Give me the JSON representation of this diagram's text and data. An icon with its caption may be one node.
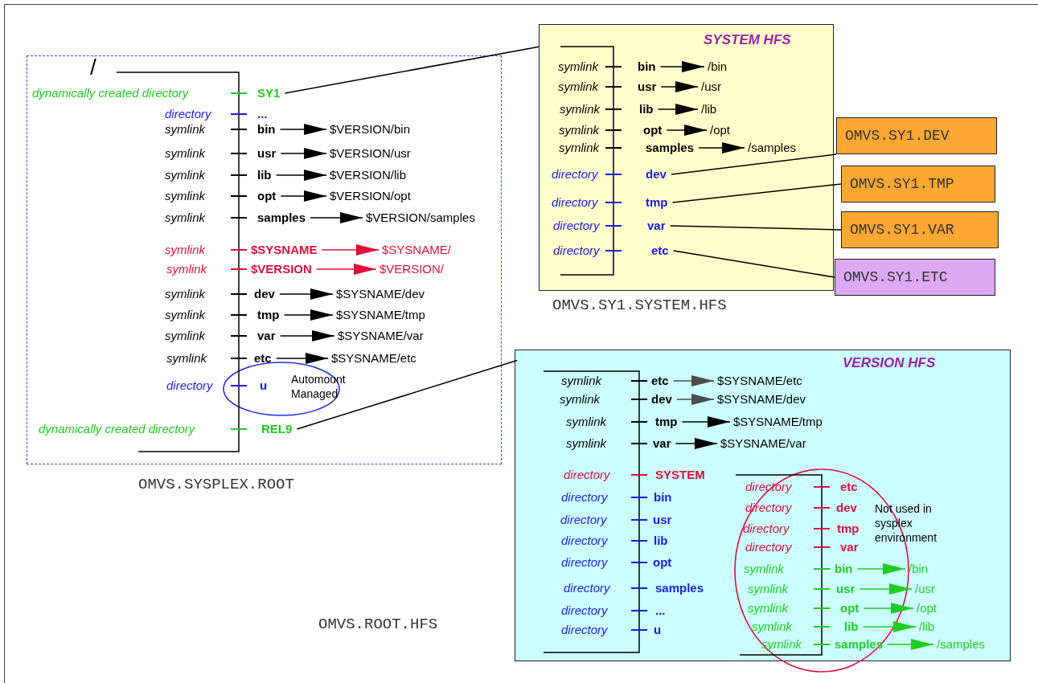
{
  "diagram": {
    "nodes": [
      {
        "text": [
          "/",
          "OMVS.SYSPLEX.ROOT"
        ]
      },
      {
        "text": [
          "SY1"
        ],
        "beside": [
          "dynamically created directory"
        ],
        "in": 0
      },
      {
        "text": [
          "..."
        ],
        "beside": [
          "directory"
        ],
        "in": 0
      },
      {
        "text": [
          "bin"
        ],
        "beside": [
          "symlink"
        ],
        "in": 0
      },
      {
        "text": [
          "$VERSION/bin"
        ],
        "in": 0
      },
      {
        "text": [
          "usr"
        ],
        "beside": [
          "symlink"
        ],
        "in": 0
      },
      {
        "text": [
          "$VERSION/usr"
        ],
        "in": 0
      },
      {
        "text": [
          "lib"
        ],
        "beside": [
          "symlink"
        ],
        "in": 0
      },
      {
        "text": [
          "$VERSION/lib"
        ],
        "in": 0
      },
      {
        "text": [
          "opt"
        ],
        "beside": [
          "symlink"
        ],
        "in": 0
      },
      {
        "text": [
          "$VERSION/opt"
        ],
        "in": 0
      },
      {
        "text": [
          "samples"
        ],
        "beside": [
          "symlink"
        ],
        "in": 0
      },
      {
        "text": [
          "$VERSION/samples"
        ],
        "in": 0
      },
      {
        "text": [
          "$SYSNAME"
        ],
        "beside": [
          "symlink"
        ],
        "in": 0
      },
      {
        "text": [
          "$SYSNAME/"
        ],
        "in": 0
      },
      {
        "text": [
          "$VERSION"
        ],
        "beside": [
          "symlink"
        ],
        "in": 0
      },
      {
        "text": [
          "$VERSION/"
        ],
        "in": 0
      },
      {
        "text": [
          "dev"
        ],
        "beside": [
          "symlink"
        ],
        "in": 0
      },
      {
        "text": [
          "$SYSNAME/dev"
        ],
        "in": 0
      },
      {
        "text": [
          "tmp"
        ],
        "beside": [
          "symlink"
        ],
        "in": 0
      },
      {
        "text": [
          "$SYSNAME/tmp"
        ],
        "in": 0
      },
      {
        "text": [
          "var"
        ],
        "beside": [
          "symlink"
        ],
        "in": 0
      },
      {
        "text": [
          "$SYSNAME/var"
        ],
        "in": 0
      },
      {
        "text": [
          "etc"
        ],
        "beside": [
          "symlink"
        ],
        "in": 0
      },
      {
        "text": [
          "$SYSNAME/etc"
        ],
        "in": 0
      },
      {
        "text": [
          "Automount Managed"
        ],
        "in": 0
      },
      {
        "text": [
          "u"
        ],
        "beside": [
          "directory"
        ],
        "in": 0
      },
      {
        "text": [
          "REL9"
        ],
        "beside": [
          "dynamically created directory"
        ],
        "in": 0
      },
      {
        "text": [
          "SYSTEM HFS",
          "OMVS.SY1.SYSTEM.HFS"
        ]
      },
      {
        "text": [
          "bin"
        ],
        "beside": [
          "symlink"
        ],
        "in": 28
      },
      {
        "text": [
          "/bin"
        ],
        "in": 28
      },
      {
        "text": [
          "usr"
        ],
        "beside": [
          "symlink"
        ],
        "in": 28
      },
      {
        "text": [
          "/usr"
        ],
        "in": 28
      },
      {
        "text": [
          "lib"
        ],
        "beside": [
          "symlink"
        ],
        "in": 28
      },
      {
        "text": [
          "/lib"
        ],
        "in": 28
      },
      {
        "text": [
          "opt"
        ],
        "beside": [
          "symlink"
        ],
        "in": 28
      },
      {
        "text": [
          "/opt"
        ],
        "in": 28
      },
      {
        "text": [
          "samples"
        ],
        "beside": [
          "symlink"
        ],
        "in": 28
      },
      {
        "text": [
          "/samples"
        ],
        "in": 28
      },
      {
        "text": [
          "dev"
        ],
        "beside": [
          "directory"
        ],
        "in": 28
      },
      {
        "text": [
          "tmp"
        ],
        "beside": [
          "directory"
        ],
        "in": 28
      },
      {
        "text": [
          "var"
        ],
        "beside": [
          "directory"
        ],
        "in": 28
      },
      {
        "text": [
          "etc"
        ],
        "beside": [
          "directory"
        ],
        "in": 28
      },
      {
        "text": [
          "OMVS.SY1.DEV"
        ]
      },
      {
        "text": [
          "OMVS.SY1.TMP"
        ]
      },
      {
        "text": [
          "OMVS.SY1.VAR"
        ]
      },
      {
        "text": [
          "OMVS.SY1.ETC"
        ]
      },
      {
        "text": [
          "VERSION HFS"
        ]
      },
      {
        "text": [
          "etc"
        ],
        "beside": [
          "symlink"
        ],
        "in": 47
      },
      {
        "text": [
          "$SYSNAME/etc"
        ],
        "in": 47
      },
      {
        "text": [
          "dev"
        ],
        "beside": [
          "symlink"
        ],
        "in": 47
      },
      {
        "text": [
          "$SYSNAME/dev"
        ],
        "in": 47
      },
      {
        "text": [
          "tmp"
        ],
        "beside": [
          "symlink"
        ],
        "in": 47
      },
      {
        "text": [
          "$SYSNAME/tmp"
        ],
        "in": 47
      },
      {
        "text": [
          "var"
        ],
        "beside": [
          "symlink"
        ],
        "in": 47
      },
      {
        "text": [
          "$SYSNAME/var"
        ],
        "in": 47
      },
      {
        "text": [
          "SYSTEM"
        ],
        "beside": [
          "directory"
        ],
        "in": 47
      },
      {
        "text": [
          "bin"
        ],
        "beside": [
          "directory"
        ],
        "in": 47
      },
      {
        "text": [
          "usr"
        ],
        "beside": [
          "directory"
        ],
        "in": 47
      },
      {
        "text": [
          "lib"
        ],
        "beside": [
          "directory"
        ],
        "in": 47
      },
      {
        "text": [
          "opt"
        ],
        "beside": [
          "directory"
        ],
        "in": 47
      },
      {
        "text": [
          "samples"
        ],
        "beside": [
          "directory"
        ],
        "in": 47
      },
      {
        "text": [
          "..."
        ],
        "beside": [
          "directory"
        ],
        "in": 47
      },
      {
        "text": [
          "u"
        ],
        "beside": [
          "directory"
        ],
        "in": 47
      },
      {
        "text": [
          "Not used in sysplex environment"
        ],
        "in": 47
      },
      {
        "text": [
          "etc"
        ],
        "beside": [
          "directory"
        ],
        "in": 64
      },
      {
        "text": [
          "dev"
        ],
        "beside": [
          "directory"
        ],
        "in": 64
      },
      {
        "text": [
          "tmp"
        ],
        "beside": [
          "directory"
        ],
        "in": 64
      },
      {
        "text": [
          "var"
        ],
        "beside": [
          "directory"
        ],
        "in": 64
      },
      {
        "text": [
          "bin"
        ],
        "beside": [
          "symlink"
        ],
        "in": 64
      },
      {
        "text": [
          "/bin"
        ],
        "in": 47
      },
      {
        "text": [
          "usr"
        ],
        "beside": [
          "symlink"
        ],
        "in": 64
      },
      {
        "text": [
          "/usr"
        ],
        "in": 47
      },
      {
        "text": [
          "opt"
        ],
        "beside": [
          "symlink"
        ],
        "in": 64
      },
      {
        "text": [
          "/opt"
        ],
        "in": 47
      },
      {
        "text": [
          "lib"
        ],
        "beside": [
          "symlink"
        ],
        "in": 64
      },
      {
        "text": [
          "/lib"
        ],
        "in": 47
      },
      {
        "text": [
          "samples"
        ],
        "beside": [
          "symlink"
        ],
        "in": 64
      },
      {
        "text": [
          "/samples"
        ],
        "in": 47
      }
    ],
    "edges": [
      {
        "from": 3,
        "to": 4,
        "arrow": "to"
      },
      {
        "from": 5,
        "to": 6,
        "arrow": "to"
      },
      {
        "from": 7,
        "to": 8,
        "arrow": "to"
      },
      {
        "from": 9,
        "to": 10,
        "arrow": "to"
      },
      {
        "from": 11,
        "to": 12,
        "arrow": "to"
      },
      {
        "from": 13,
        "to": 14,
        "arrow": "to",
        "color": "#e0103c"
      },
      {
        "from": 15,
        "to": 16,
        "arrow": "to",
        "color": "#e0103c"
      },
      {
        "from": 17,
        "to": 18,
        "arrow": "to"
      },
      {
        "from": 19,
        "to": 20,
        "arrow": "to"
      },
      {
        "from": 21,
        "to": 22,
        "arrow": "to"
      },
      {
        "from": 23,
        "to": 24,
        "arrow": "to"
      },
      {
        "from": 1,
        "to": 28,
        "arrow": "none"
      },
      {
        "from": 27,
        "to": 47,
        "arrow": "none"
      },
      {
        "from": 29,
        "to": 30,
        "arrow": "to"
      },
      {
        "from": 31,
        "to": 32,
        "arrow": "to"
      },
      {
        "from": 33,
        "to": 34,
        "arrow": "to"
      },
      {
        "from": 35,
        "to": 36,
        "arrow": "to"
      },
      {
        "from": 37,
        "to": 38,
        "arrow": "to"
      },
      {
        "from": 39,
        "to": 43,
        "arrow": "none"
      },
      {
        "from": 40,
        "to": 44,
        "arrow": "none"
      },
      {
        "from": 41,
        "to": 45,
        "arrow": "none"
      },
      {
        "from": 42,
        "to": 46,
        "arrow": "none"
      },
      {
        "from": 48,
        "to": 49,
        "arrow": "to",
        "color": "#4d4d4d"
      },
      {
        "from": 50,
        "to": 51,
        "arrow": "to",
        "color": "#4d4d4d"
      },
      {
        "from": 52,
        "to": 53,
        "arrow": "to"
      },
      {
        "from": 54,
        "to": 55,
        "arrow": "to"
      },
      {
        "from": 69,
        "to": 70,
        "arrow": "to",
        "color": "#22cc22"
      },
      {
        "from": 71,
        "to": 72,
        "arrow": "to",
        "color": "#22cc22"
      },
      {
        "from": 73,
        "to": 74,
        "arrow": "to",
        "color": "#22cc22"
      },
      {
        "from": 75,
        "to": 76,
        "arrow": "to",
        "color": "#22cc22"
      },
      {
        "from": 77,
        "to": 78,
        "arrow": "to",
        "color": "#22cc22"
      }
    ],
    "labels": [
      "OMVS.ROOT.HFS"
    ]
  }
}
